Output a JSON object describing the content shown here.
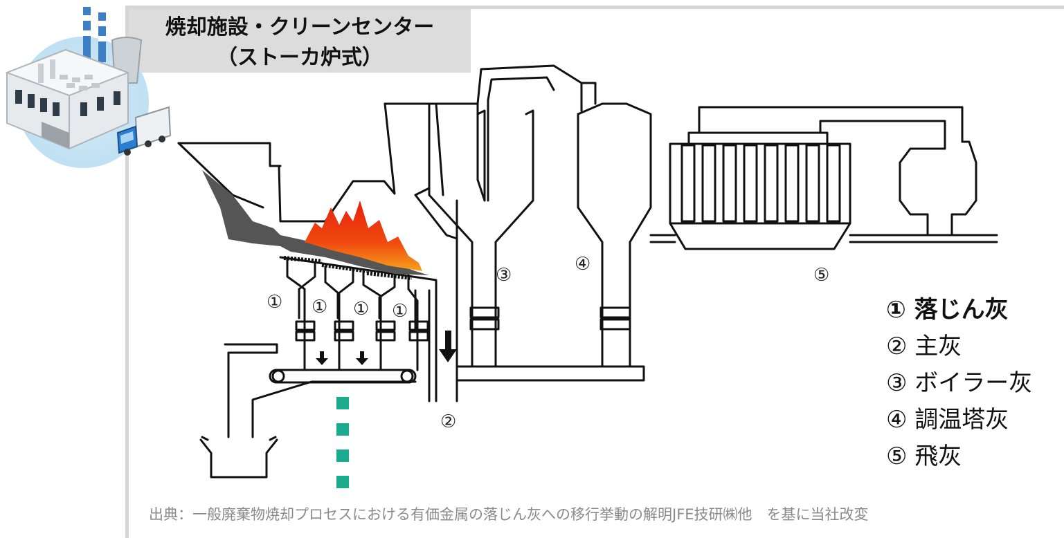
{
  "title": {
    "line1": "焼却施設・クリーンセンター",
    "line2": "（ストーカ炉式）"
  },
  "callouts": {
    "c1": "①",
    "c2": "②",
    "c3": "③",
    "c4": "④",
    "c5": "⑤"
  },
  "legend": {
    "items": [
      {
        "marker": "①",
        "label": "落じん灰"
      },
      {
        "marker": "②",
        "label": "主灰"
      },
      {
        "marker": "③",
        "label": "ボイラー灰"
      },
      {
        "marker": "④",
        "label": "調温塔灰"
      },
      {
        "marker": "⑤",
        "label": "飛灰"
      }
    ]
  },
  "source": "出典：一般廃棄物焼却プロセスにおける有価金属の落じん灰への移行挙動の解明JFE技研㈱他　を基に当社改変",
  "colors": {
    "accent_teal": "#1aab8f",
    "frame_gray": "#d6d6d6",
    "title_bg": "#dcdcdc",
    "flame_red": "#e8200c",
    "flame_orange": "#f7a21b",
    "waste_gray": "#555555"
  },
  "icons": [
    "factory-icon",
    "truck-icon"
  ]
}
